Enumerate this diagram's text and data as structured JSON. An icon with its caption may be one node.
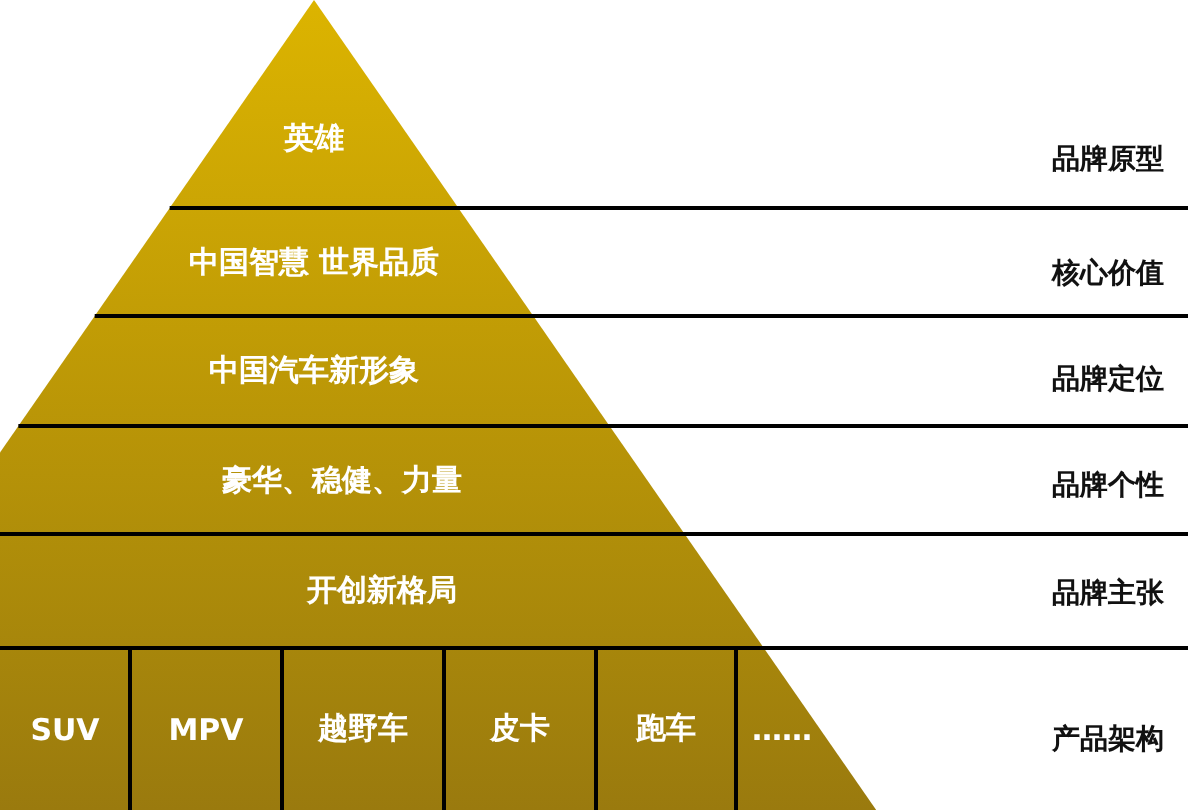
{
  "diagram": {
    "nodes": [
      {
        "text": [
          "英雄"
        ]
      },
      {
        "text": [
          "中国智慧 世界品质"
        ]
      },
      {
        "text": [
          "中国汽车新形象"
        ]
      },
      {
        "text": [
          "豪华、稳健、力量"
        ]
      },
      {
        "text": [
          "开创新格局"
        ]
      },
      {
        "text": [
          "SUV"
        ]
      },
      {
        "text": [
          "MPV"
        ]
      },
      {
        "text": [
          "越野车"
        ]
      },
      {
        "text": [
          "皮卡"
        ]
      },
      {
        "text": [
          "跑车"
        ]
      },
      {
        "text": [
          "……"
        ]
      }
    ],
    "labels": [
      "品牌原型",
      "核心价值",
      "品牌定位",
      "品牌个性",
      "品牌主张",
      "产品架构"
    ]
  }
}
